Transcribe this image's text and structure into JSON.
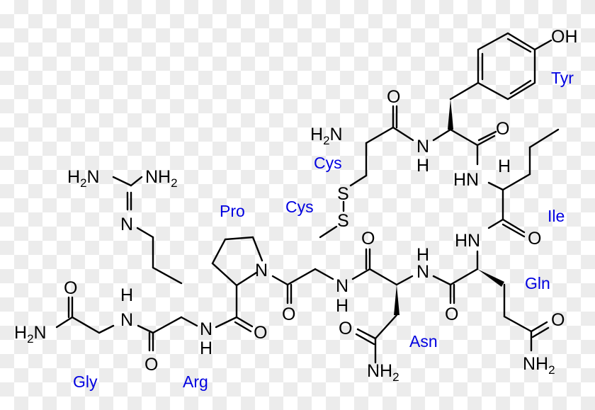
{
  "diagram": {
    "type": "chemical-structure",
    "residue_labels": [
      {
        "id": "tyr",
        "text": "Tyr"
      },
      {
        "id": "cys1",
        "text": "Cys"
      },
      {
        "id": "cys2",
        "text": "Cys"
      },
      {
        "id": "ile",
        "text": "Ile"
      },
      {
        "id": "pro",
        "text": "Pro"
      },
      {
        "id": "gln",
        "text": "Gln"
      },
      {
        "id": "asn",
        "text": "Asn"
      },
      {
        "id": "gly",
        "text": "Gly"
      },
      {
        "id": "arg",
        "text": "Arg"
      }
    ],
    "atoms": {
      "oh": "OH",
      "o": "O",
      "n": "N",
      "h": "H",
      "hn": "HN",
      "s": "S",
      "h2n": "H",
      "nh2": "NH",
      "two": "2"
    },
    "colors": {
      "label": "#0000e0",
      "bond": "#000000"
    }
  }
}
